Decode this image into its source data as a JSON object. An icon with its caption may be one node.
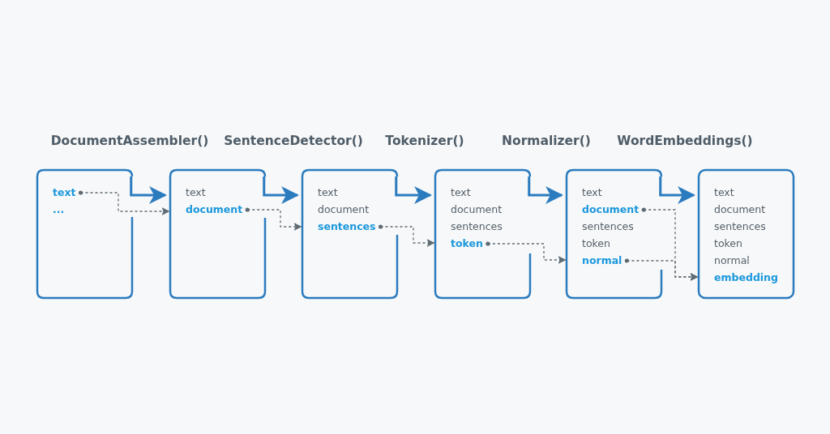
{
  "diagram": {
    "nodes": [
      {
        "text": [],
        "shape": "box"
      },
      {
        "text": [
          "text"
        ],
        "in": 0
      },
      {
        "text": [
          "..."
        ],
        "in": 0
      },
      {
        "text": [],
        "shape": "box"
      },
      {
        "text": [
          "text"
        ],
        "in": 3
      },
      {
        "text": [
          "document"
        ],
        "in": 3
      },
      {
        "text": [],
        "shape": "box"
      },
      {
        "text": [
          "text"
        ],
        "in": 6
      },
      {
        "text": [
          "document"
        ],
        "in": 6
      },
      {
        "text": [
          "sentences"
        ],
        "in": 6
      },
      {
        "text": [],
        "shape": "box"
      },
      {
        "text": [
          "text"
        ],
        "in": 10
      },
      {
        "text": [
          "document"
        ],
        "in": 10
      },
      {
        "text": [
          "sentences"
        ],
        "in": 10
      },
      {
        "text": [
          "token"
        ],
        "in": 10
      },
      {
        "text": [],
        "shape": "box"
      },
      {
        "text": [
          "text"
        ],
        "in": 15
      },
      {
        "text": [
          "document"
        ],
        "in": 15
      },
      {
        "text": [
          "sentences"
        ],
        "in": 15
      },
      {
        "text": [
          "token"
        ],
        "in": 15
      },
      {
        "text": [
          "normal"
        ],
        "in": 15
      },
      {
        "text": [],
        "shape": "box"
      },
      {
        "text": [
          "text"
        ],
        "in": 21
      },
      {
        "text": [
          "document"
        ],
        "in": 21
      },
      {
        "text": [
          "sentences"
        ],
        "in": 21
      },
      {
        "text": [
          "token"
        ],
        "in": 21
      },
      {
        "text": [
          "normal"
        ],
        "in": 21
      },
      {
        "text": [
          "embedding"
        ],
        "in": 21
      }
    ],
    "edges": [
      {
        "from": 0,
        "to": 3,
        "arrow": "to",
        "label": "DocumentAssembler()",
        "style": "thick"
      },
      {
        "from": 3,
        "to": 6,
        "arrow": "to",
        "label": "SentenceDetector()",
        "style": "thick"
      },
      {
        "from": 6,
        "to": 10,
        "arrow": "to",
        "label": "Tokenizer()",
        "style": "thick"
      },
      {
        "from": 10,
        "to": 15,
        "arrow": "to",
        "label": "Normalizer()",
        "style": "thick"
      },
      {
        "from": 15,
        "to": 21,
        "arrow": "to",
        "label": "WordEmbeddings()",
        "style": "thick"
      },
      {
        "from": 1,
        "to": 3,
        "arrow": "to",
        "style": "dashed",
        "color": "#5f6b73"
      },
      {
        "from": 5,
        "to": 6,
        "arrow": "to",
        "style": "dashed",
        "color": "#5f6b73"
      },
      {
        "from": 9,
        "to": 10,
        "arrow": "to",
        "style": "dashed",
        "color": "#5f6b73"
      },
      {
        "from": 14,
        "to": 15,
        "arrow": "to",
        "style": "dashed",
        "color": "#5f6b73"
      },
      {
        "from": 17,
        "to": 21,
        "arrow": "to",
        "style": "dashed",
        "color": "#5f6b73"
      },
      {
        "from": 20,
        "to": 21,
        "arrow": "to",
        "style": "dashed",
        "color": "#5f6b73"
      }
    ]
  }
}
